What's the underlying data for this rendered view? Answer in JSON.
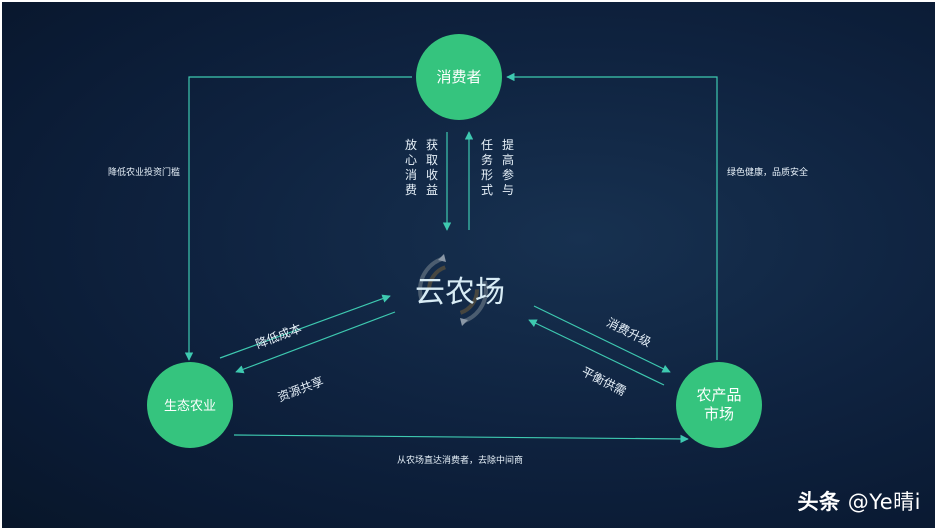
{
  "nodes": {
    "consumer": {
      "label": "消费者"
    },
    "eco_agri": {
      "label": "生态农业"
    },
    "market": {
      "label_line1": "农产品",
      "label_line2": "市场"
    }
  },
  "center": {
    "label": "云农场"
  },
  "edges": {
    "left_top": "降低农业投资门槛",
    "right_top": "绿色健康，品质安全",
    "bottom": "从农场直达消费者，去除中间商",
    "down_col1": [
      "放",
      "心",
      "消",
      "费"
    ],
    "down_col2": [
      "获",
      "取",
      "收",
      "益"
    ],
    "up_col1": [
      "任",
      "务",
      "形",
      "式"
    ],
    "up_col2": [
      "提",
      "高",
      "参",
      "与"
    ],
    "left_diag_upper": "降低成本",
    "left_diag_lower": "资源共享",
    "right_diag_upper": "消费升级",
    "right_diag_lower": "平衡供需"
  },
  "watermark": {
    "brand": "头条",
    "handle": "@Ye晴i"
  },
  "colors": {
    "node": "#35c47e",
    "line": "#3ec9b0",
    "background": "#0f2340"
  }
}
